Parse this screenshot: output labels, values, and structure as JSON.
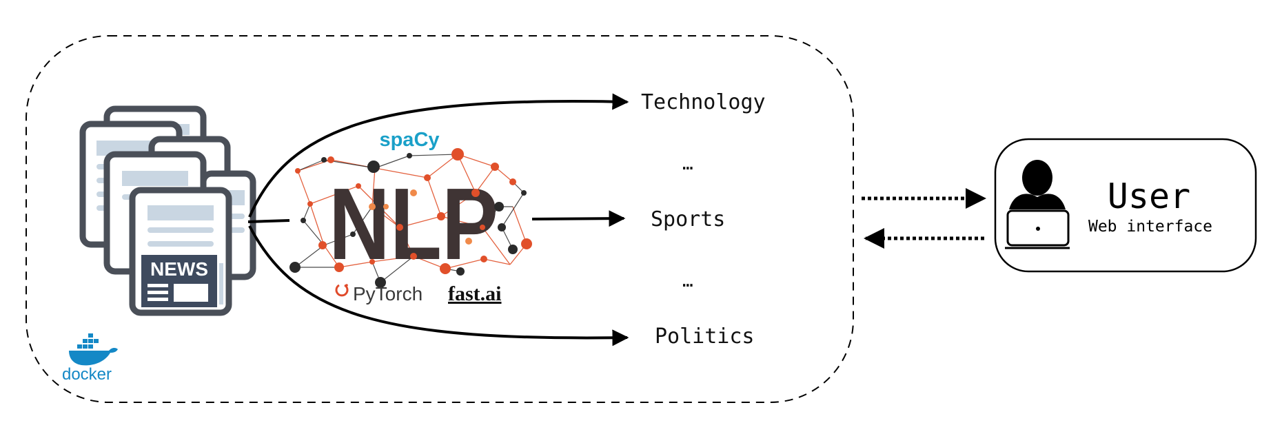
{
  "categories": {
    "top": "Technology",
    "ellipsis_upper": "…",
    "middle": "Sports",
    "ellipsis_lower": "…",
    "bottom": "Politics"
  },
  "nlp_block": {
    "text": "NLP",
    "spacy": "spaCy",
    "pytorch": "PyTorch",
    "fastai": "fast.ai"
  },
  "news_icon": {
    "label": "NEWS"
  },
  "docker": {
    "label": "docker"
  },
  "user": {
    "title": "User",
    "subtitle": "Web interface"
  },
  "colors": {
    "line": "#000000",
    "news_frame": "#4a4f58",
    "news_fill": "#c9d6e2",
    "news_header_bg": "#3e4a5e",
    "nlp_text": "#3f3434",
    "network_orange": "#e1502a",
    "network_dark": "#2a2a2a",
    "spacy": "#1aa0c8",
    "pytorch_icon": "#e04a2a",
    "docker": "#1488c6"
  }
}
